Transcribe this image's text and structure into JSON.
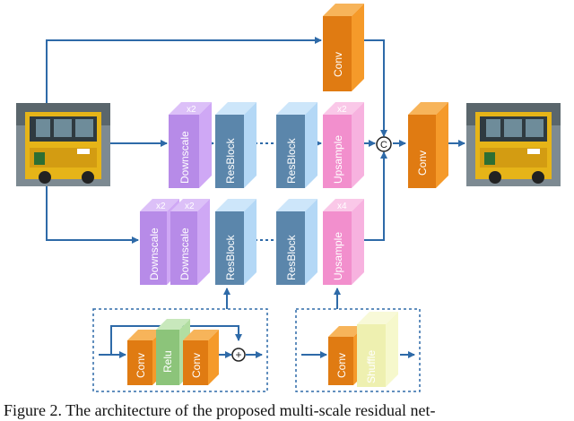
{
  "diagram": {
    "labels": {
      "conv": "Conv",
      "downscale": "Downscale",
      "resblock": "ResBlock",
      "upsample": "Upsample",
      "relu": "Relu",
      "shuffle": "Shuffle",
      "concat": "C",
      "plus": "+"
    },
    "multipliers": {
      "x2": "x2",
      "x4": "x4"
    },
    "colors": {
      "conv_front": "#e07b12",
      "conv_side": "#f59a2a",
      "conv_top": "#f7b45a",
      "down_front": "#b78be8",
      "down_side": "#cfa8f5",
      "down_top": "#dcc0f8",
      "res_front": "#8fc3ee",
      "res_side": "#b4d8f6",
      "res_top": "#cde6fa",
      "res_dark": "#5b86ab",
      "up_front": "#f28fcd",
      "up_side": "#f7b2df",
      "up_top": "#fac8e8",
      "relu_front": "#8cc47a",
      "relu_side": "#b2dea2",
      "shuffle_front": "#eef0b0",
      "shuffle_side": "#f6f8cc",
      "arrow": "#2e6aa8",
      "dotted_box": "#2e6aa8"
    }
  },
  "caption": "Figure 2. The architecture of the proposed multi-scale residual net-"
}
